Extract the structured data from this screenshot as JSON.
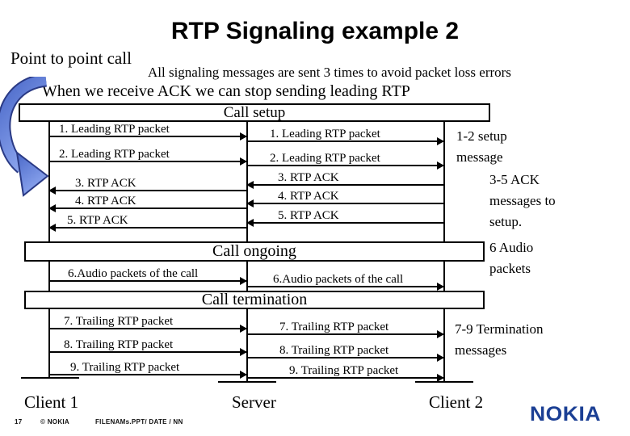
{
  "slide": {
    "title": "RTP Signaling example 2",
    "subtitle": "Point to point call",
    "note_retry": "All signaling messages are sent 3 times to avoid packet loss errors",
    "note_ack": "When we receive ACK we can stop sending leading RTP"
  },
  "phases": {
    "setup": "Call setup",
    "ongoing": "Call ongoing",
    "termination": "Call termination"
  },
  "messages": {
    "client1_server": [
      "1. Leading RTP packet",
      "2. Leading RTP packet",
      "3. RTP ACK",
      "4. RTP ACK",
      "5. RTP ACK",
      "6.Audio packets of the call",
      "7. Trailing RTP packet",
      "8. Trailing RTP packet",
      "9. Trailing RTP packet"
    ],
    "server_client2": [
      "1. Leading RTP packet",
      "2. Leading RTP packet",
      "3. RTP ACK",
      "4. RTP ACK",
      "5. RTP ACK",
      "6.Audio packets of the call",
      "7. Trailing RTP packet",
      "8. Trailing RTP packet",
      "9. Trailing RTP packet"
    ]
  },
  "annotations": [
    "1-2 setup message",
    "3-5 ACK messages to setup.",
    "6 Audio packets",
    "7-9 Termination messages"
  ],
  "endpoints": [
    "Client 1",
    "Server",
    "Client 2"
  ],
  "footer": {
    "page_number": "17",
    "copyright": "© NOKIA",
    "filename": "FILENAMs.PPT/ DATE / NN"
  },
  "logo": "NOKIA",
  "colors": {
    "arrow_gradient_start": "#4a68c8",
    "arrow_gradient_end": "#8fa8f0",
    "arrow_outline": "#2a3a85",
    "nokia_blue": "#1b3f94",
    "line": "#000000"
  }
}
